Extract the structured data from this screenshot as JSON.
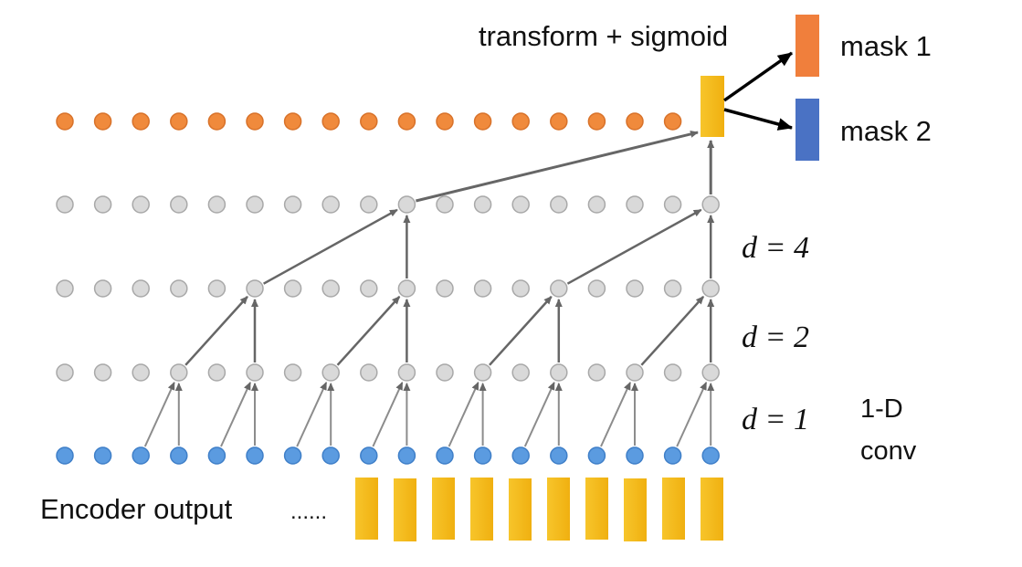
{
  "labels": {
    "transform": "transform + sigmoid",
    "mask1": "mask 1",
    "mask2": "mask 2",
    "d4": "d = 4",
    "d2": "d = 2",
    "d1": "d = 1",
    "conv_line1": "1-D",
    "conv_line2": "conv",
    "encoder": "Encoder output",
    "dots": "......"
  },
  "colors": {
    "orange": "#F08A3C",
    "blue": "#5B9BE0",
    "gray_node": "#D9D9D9",
    "gold": "#F5BE1E",
    "mask1": "#F07F3C",
    "mask2": "#4A72C4",
    "arrow": "#666666"
  },
  "structure": {
    "nodes_per_row": 18,
    "encoder_blocks": 10,
    "dilations": [
      1,
      2,
      4
    ]
  }
}
